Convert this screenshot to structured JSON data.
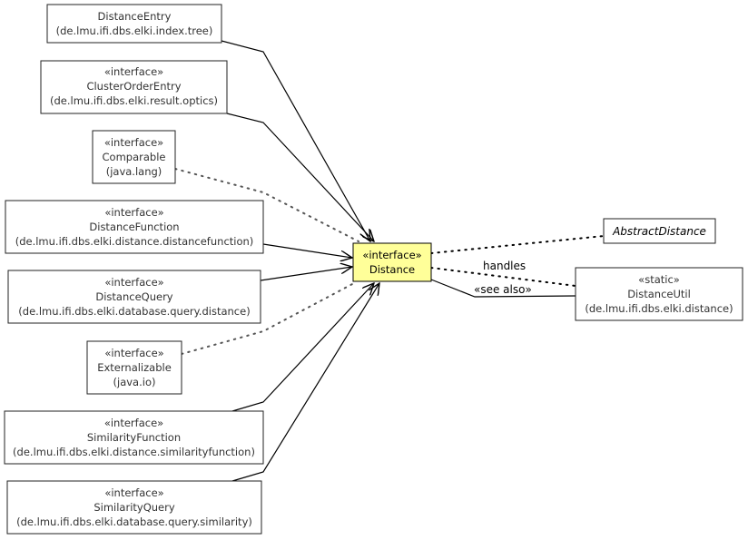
{
  "nodes": {
    "distance_entry": {
      "line1": "DistanceEntry",
      "line2": "(de.lmu.ifi.dbs.elki.index.tree)"
    },
    "cluster_order_entry": {
      "stereotype": "«interface»",
      "name": "ClusterOrderEntry",
      "package": "(de.lmu.ifi.dbs.elki.result.optics)"
    },
    "comparable": {
      "stereotype": "«interface»",
      "name": "Comparable",
      "package": "(java.lang)"
    },
    "distance_function": {
      "stereotype": "«interface»",
      "name": "DistanceFunction",
      "package": "(de.lmu.ifi.dbs.elki.distance.distancefunction)"
    },
    "distance_query": {
      "stereotype": "«interface»",
      "name": "DistanceQuery",
      "package": "(de.lmu.ifi.dbs.elki.database.query.distance)"
    },
    "externalizable": {
      "stereotype": "«interface»",
      "name": "Externalizable",
      "package": "(java.io)"
    },
    "similarity_function": {
      "stereotype": "«interface»",
      "name": "SimilarityFunction",
      "package": "(de.lmu.ifi.dbs.elki.distance.similarityfunction)"
    },
    "similarity_query": {
      "stereotype": "«interface»",
      "name": "SimilarityQuery",
      "package": "(de.lmu.ifi.dbs.elki.database.query.similarity)"
    },
    "distance": {
      "stereotype": "«interface»",
      "name": "Distance"
    },
    "abstract_distance": {
      "name": "AbstractDistance"
    },
    "distance_util": {
      "stereotype": "«static»",
      "name": "DistanceUtil",
      "package": "(de.lmu.ifi.dbs.elki.distance)"
    }
  },
  "edge_labels": {
    "handles": "handles",
    "see_also": "«see also»"
  },
  "colors": {
    "focus_fill": "#ffff99",
    "box_fill": "#ffffff",
    "line": "#000000"
  }
}
